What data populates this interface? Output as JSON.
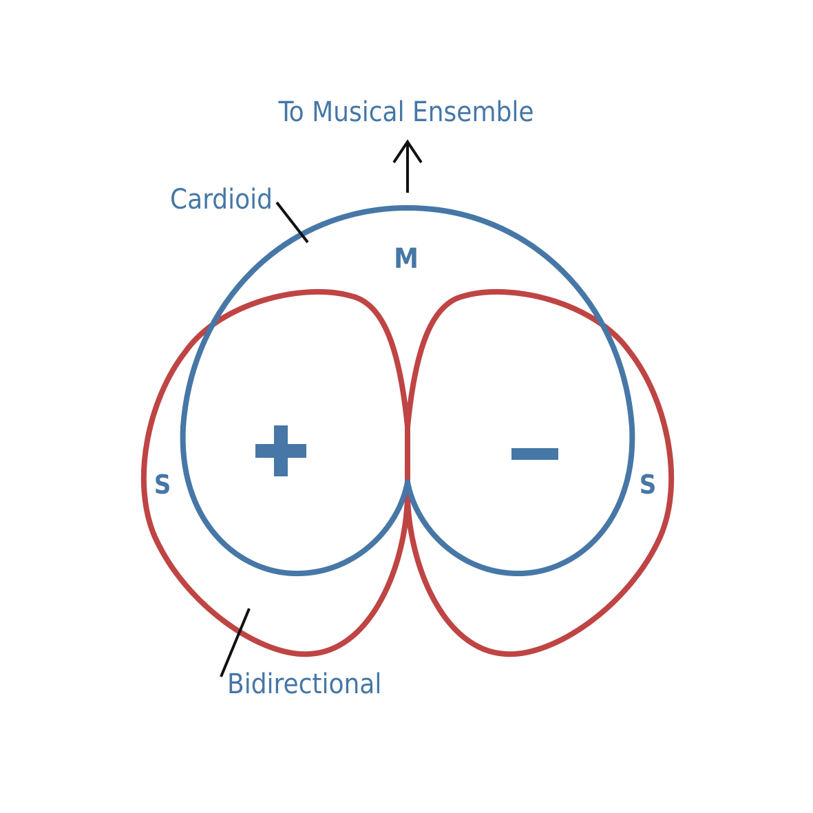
{
  "labels": {
    "direction": "To Musical Ensemble",
    "cardioid": "Cardioid",
    "bidirectional": "Bidirectional",
    "mid": "M",
    "side_left": "S",
    "side_right": "S",
    "positive": "+",
    "negative": "−"
  },
  "colors": {
    "cardioid": "#4677a6",
    "bidirectional": "#bf4444",
    "text": "#4677a6",
    "leader": "#111111"
  },
  "icons": {
    "direction": "up-arrow-icon"
  }
}
